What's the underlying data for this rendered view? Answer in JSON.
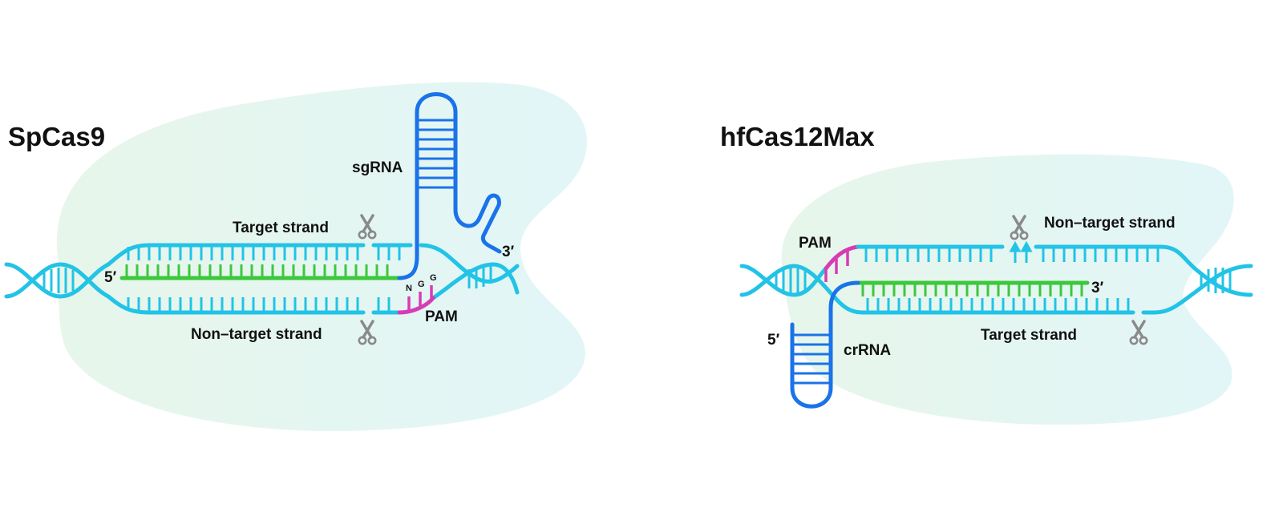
{
  "panels": {
    "spcas9": {
      "title": "SpCas9",
      "guide_rna": "sgRNA",
      "target_strand": "Target strand",
      "non_target_strand": "Non–target strand",
      "pam": "PAM",
      "pam_bases": [
        "N",
        "G",
        "G"
      ],
      "five_prime": "5′",
      "three_prime": "3′"
    },
    "hfcas12max": {
      "title": "hfCas12Max",
      "guide_rna": "crRNA",
      "target_strand": "Target strand",
      "non_target_strand": "Non–target strand",
      "pam": "PAM",
      "five_prime": "5′",
      "three_prime": "3′"
    }
  },
  "colors": {
    "dna": "#22c3e6",
    "guide_rna": "#1a73e8",
    "hybrid": "#3cc83c",
    "pam": "#d63cb4",
    "scissors": "#8a8a8a",
    "blob_left": "#e7f6ea",
    "blob_right": "#e2f6f8",
    "text": "#111111"
  },
  "icons": [
    "scissors-icon"
  ]
}
